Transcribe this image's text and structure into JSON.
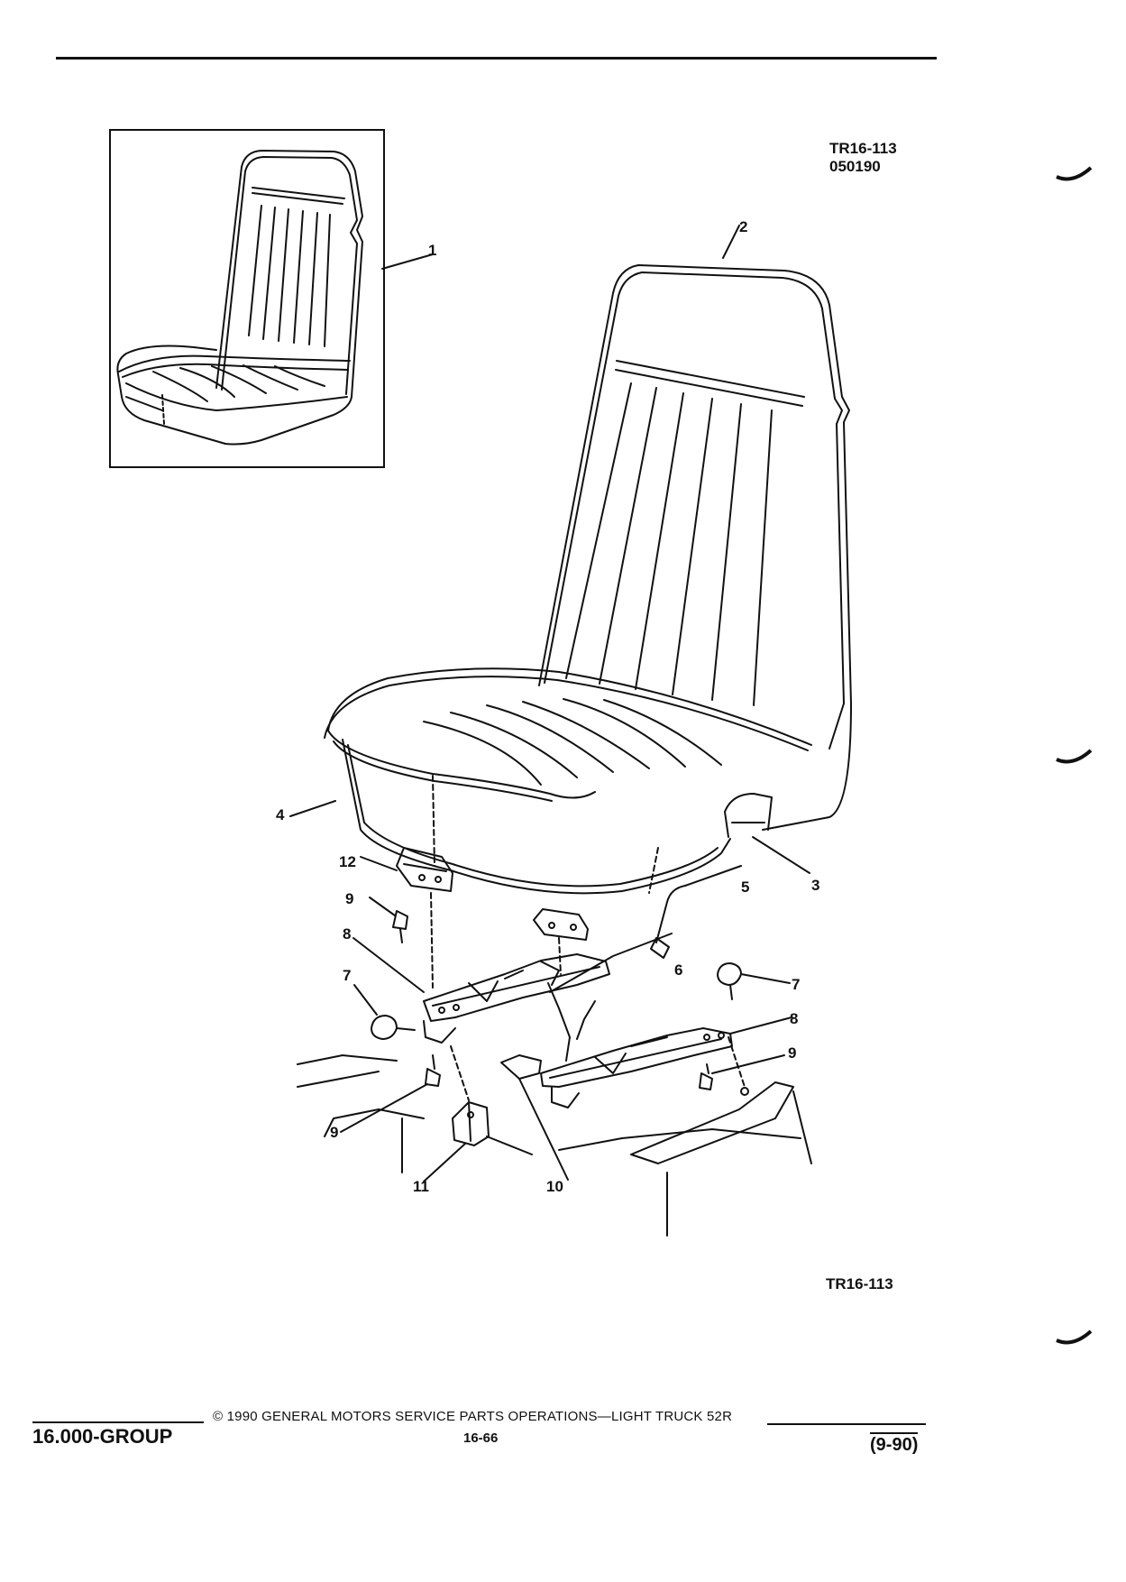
{
  "figure": {
    "code_top_line1": "TR16-113",
    "code_top_line2": "050190",
    "code_bottom": "TR16-113"
  },
  "callouts": [
    {
      "id": "1",
      "label": "1"
    },
    {
      "id": "2",
      "label": "2"
    },
    {
      "id": "3",
      "label": "3"
    },
    {
      "id": "4",
      "label": "4"
    },
    {
      "id": "5",
      "label": "5"
    },
    {
      "id": "6",
      "label": "6"
    },
    {
      "id": "7a",
      "label": "7"
    },
    {
      "id": "7b",
      "label": "7"
    },
    {
      "id": "8a",
      "label": "8"
    },
    {
      "id": "8b",
      "label": "8"
    },
    {
      "id": "9a",
      "label": "9"
    },
    {
      "id": "9b",
      "label": "9"
    },
    {
      "id": "9c",
      "label": "9"
    },
    {
      "id": "10",
      "label": "10"
    },
    {
      "id": "11",
      "label": "11"
    },
    {
      "id": "12",
      "label": "12"
    }
  ],
  "footer": {
    "group": "16.000-GROUP",
    "copyright": "© 1990 GENERAL MOTORS SERVICE PARTS OPERATIONS—LIGHT TRUCK 52R",
    "page": "16-66",
    "date": "(9-90)"
  }
}
